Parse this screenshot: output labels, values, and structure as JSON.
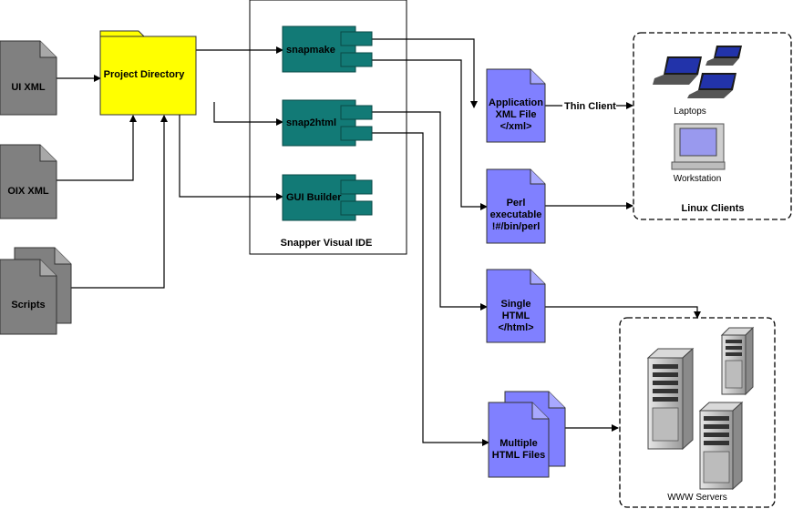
{
  "inputs": {
    "ui_xml": "UI XML",
    "oix_xml": "OIX XML",
    "scripts": "Scripts"
  },
  "project_directory": "Project Directory",
  "ide": {
    "title": "Snapper Visual IDE",
    "components": {
      "snapmake": "snapmake",
      "snap2html": "snap2html",
      "gui_builder": "GUI Builder"
    }
  },
  "outputs": {
    "app_xml": [
      "Application",
      "XML File",
      "</xml>"
    ],
    "perl": [
      "Perl",
      "executable",
      "!#/bin/perl"
    ],
    "single_html": [
      "Single",
      "HTML",
      "</html>"
    ],
    "multiple_html": [
      "Multiple",
      "HTML Files"
    ]
  },
  "thin_client": "Thin Client",
  "linux_clients": {
    "title": "Linux Clients",
    "laptops": "Laptops",
    "workstation": "Workstation"
  },
  "www_servers": "WWW Servers",
  "colors": {
    "input_doc": "#808080",
    "folder": "#ffff00",
    "component": "#127a76",
    "output_doc": "#8080ff"
  }
}
